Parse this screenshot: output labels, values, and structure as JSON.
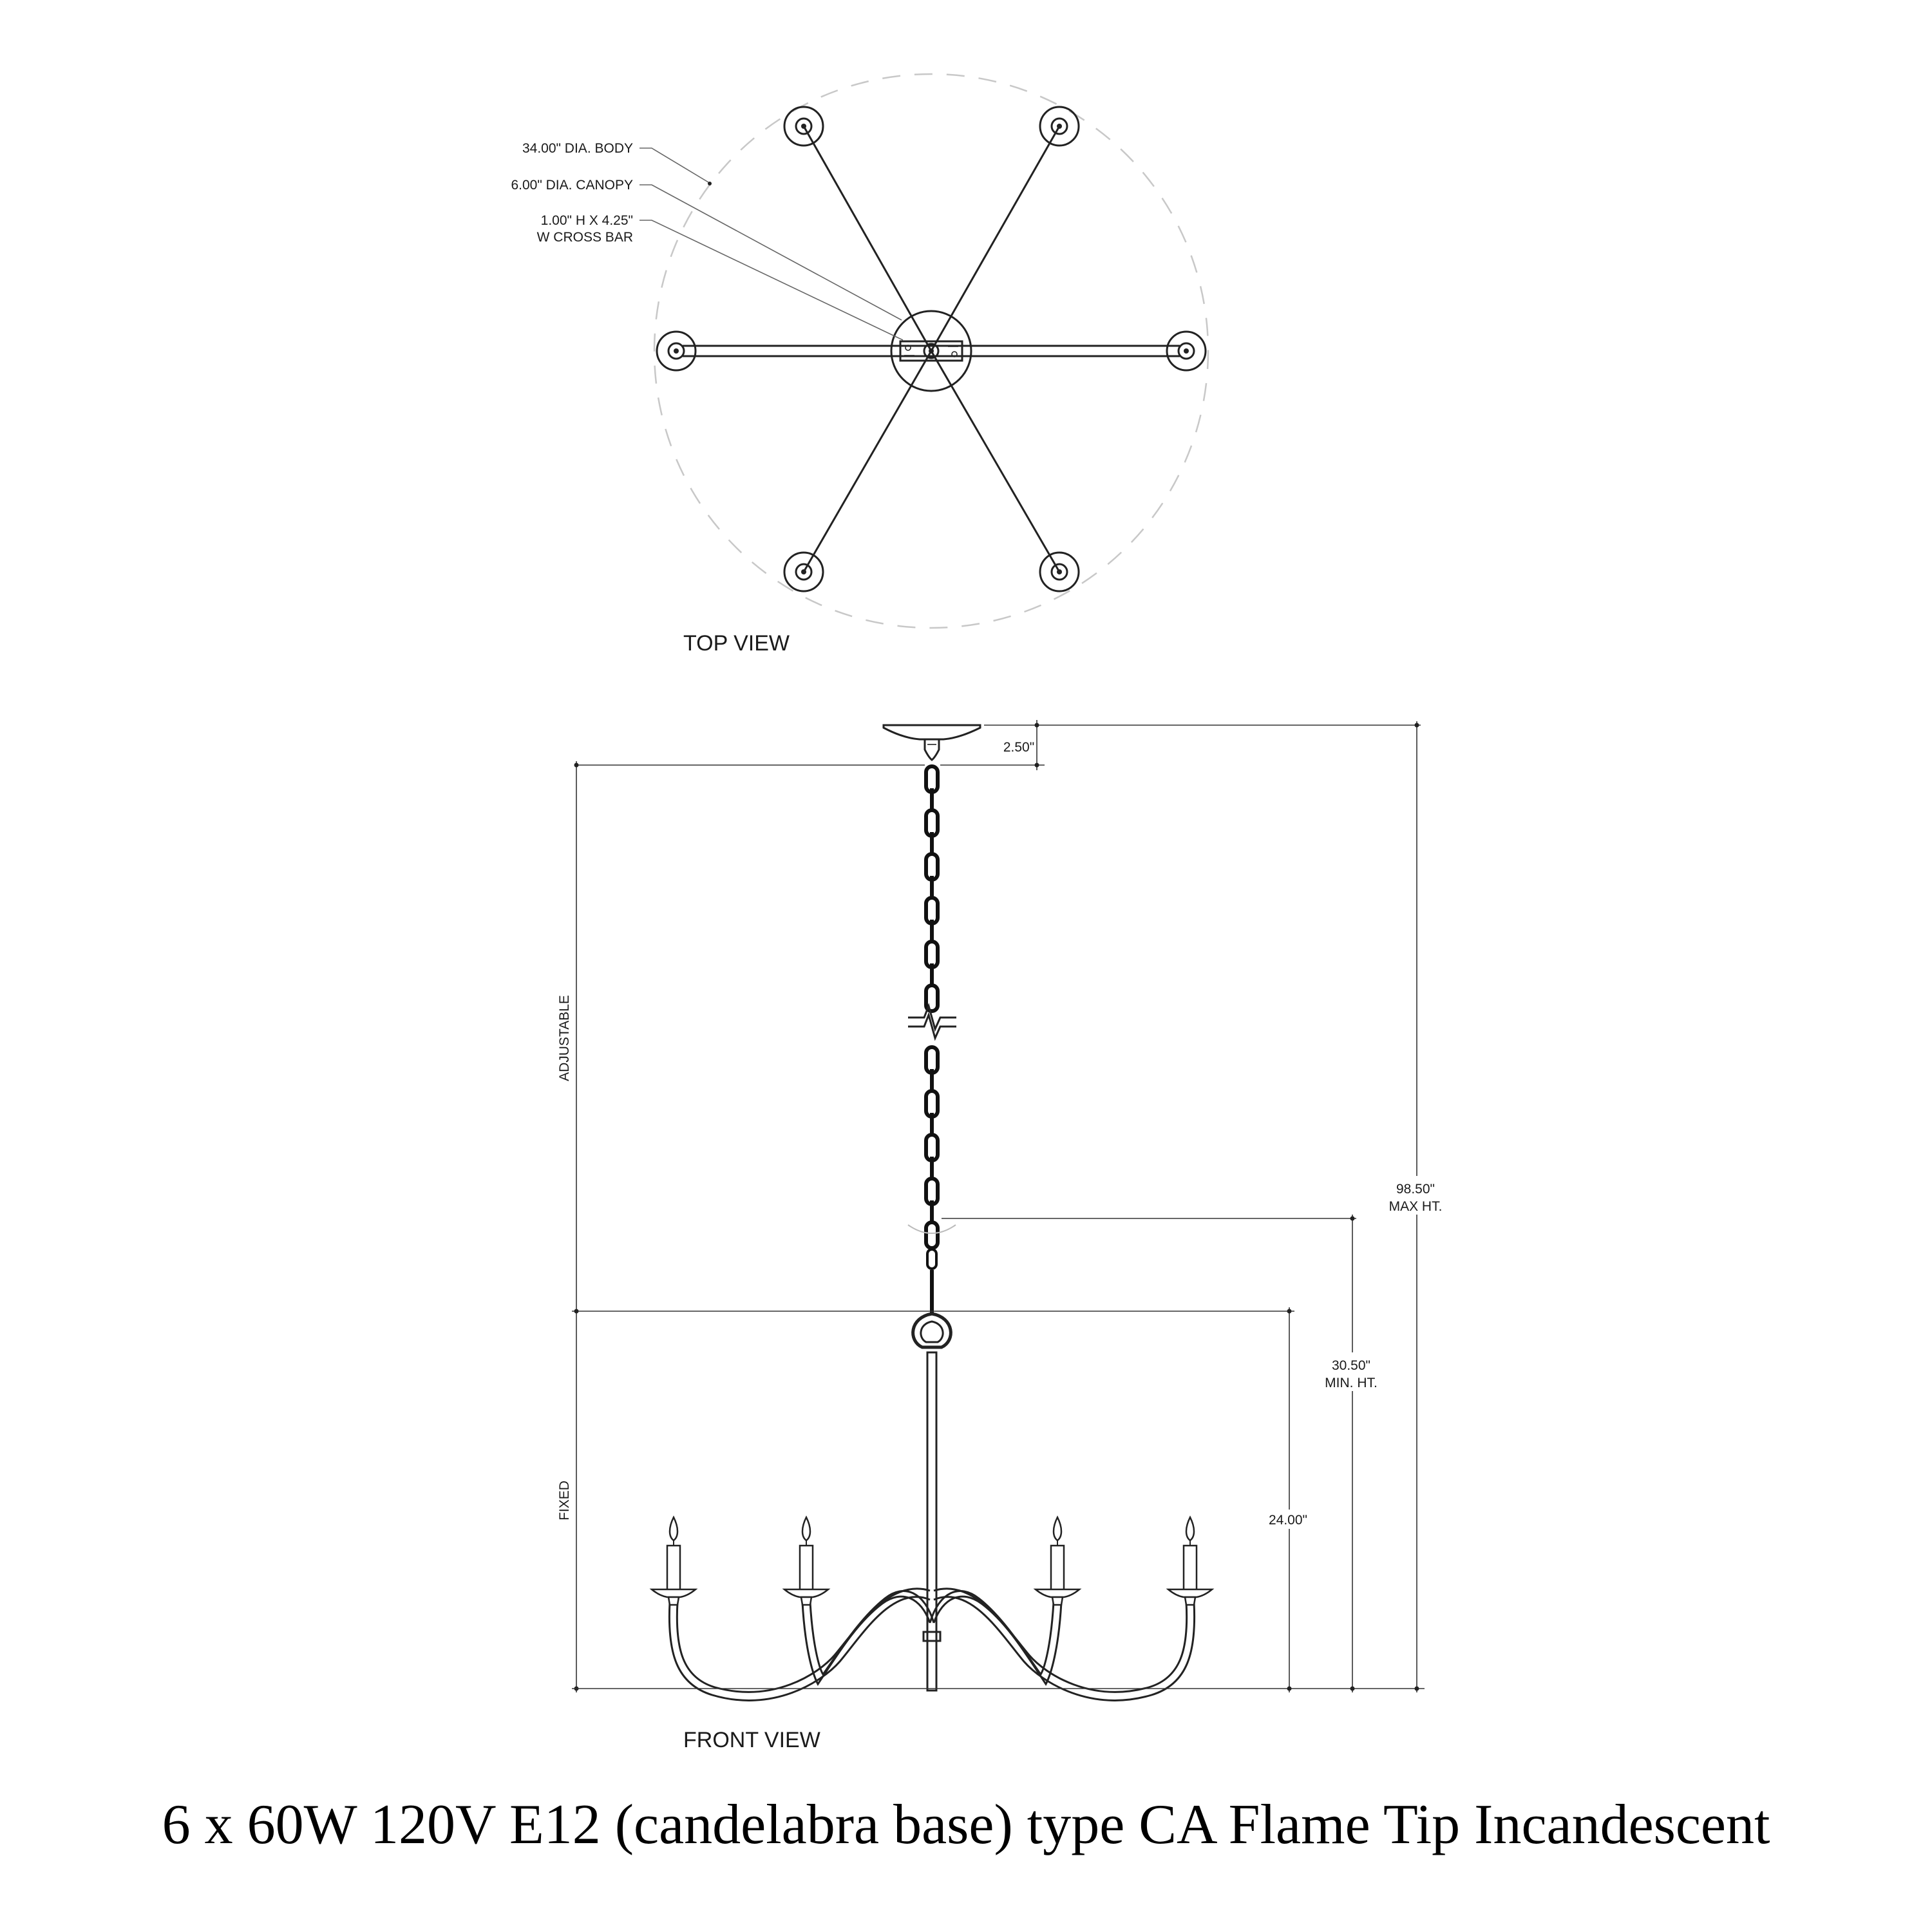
{
  "top_view": {
    "label": "TOP VIEW",
    "callouts": {
      "body_dia": "34.00\" DIA. BODY",
      "canopy_dia": "6.00\" DIA. CANOPY",
      "cross_bar_line1": "1.00\" H X 4.25\"",
      "cross_bar_line2": "W CROSS BAR"
    }
  },
  "front_view": {
    "label": "FRONT VIEW",
    "side_labels": {
      "adjustable": "ADJUSTABLE",
      "fixed": "FIXED"
    },
    "dimensions": {
      "canopy_height": "2.50\"",
      "max_height_value": "98.50\"",
      "max_height_label": "MAX HT.",
      "min_height_value": "30.50\"",
      "min_height_label": "MIN. HT.",
      "fixed_height": "24.00\""
    }
  },
  "spec_line": "6 x 60W 120V E12 (candelabra base) type CA Flame Tip Incandescent"
}
